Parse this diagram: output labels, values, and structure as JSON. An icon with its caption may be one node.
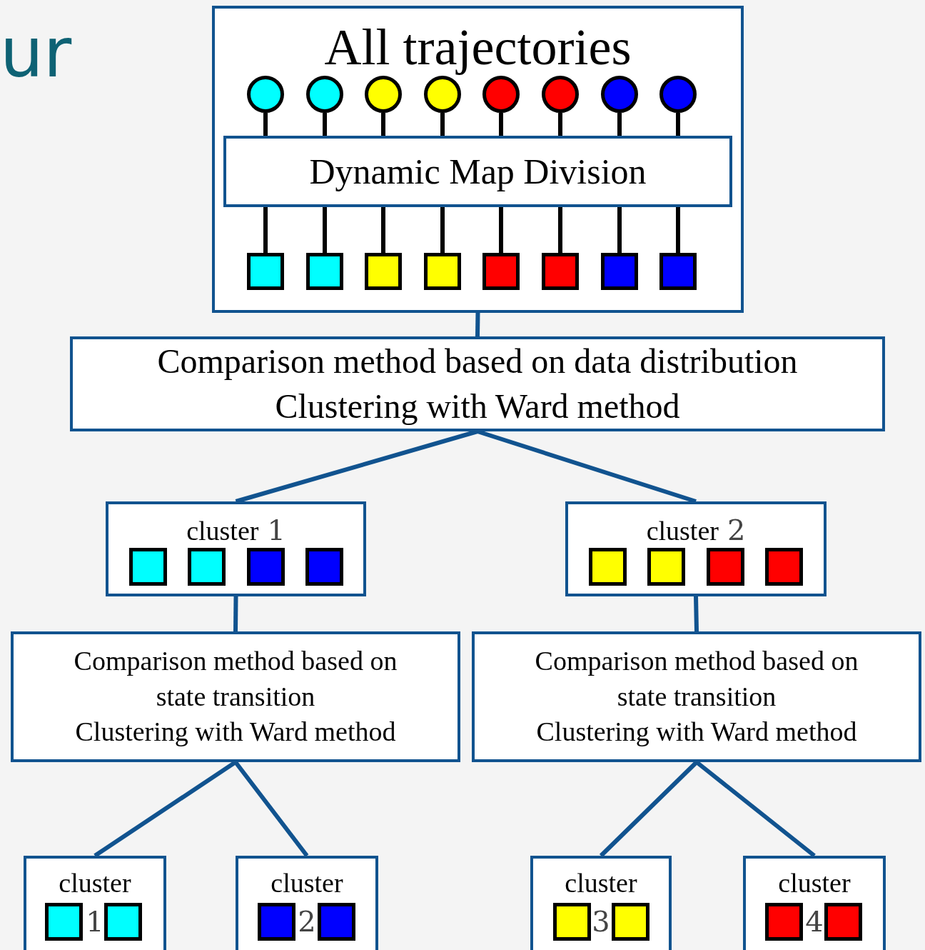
{
  "diagram": {
    "nodes": [
      {
        "text": [
          "All trajectories"
        ]
      },
      {
        "text": [],
        "shape": "circle",
        "in": 0
      },
      {
        "text": [],
        "shape": "circle",
        "in": 0
      },
      {
        "text": [],
        "shape": "circle",
        "in": 0
      },
      {
        "text": [],
        "shape": "circle",
        "in": 0
      },
      {
        "text": [],
        "shape": "circle",
        "in": 0
      },
      {
        "text": [],
        "shape": "circle",
        "in": 0
      },
      {
        "text": [],
        "shape": "circle",
        "in": 0
      },
      {
        "text": [],
        "shape": "circle",
        "in": 0
      },
      {
        "text": [
          "Dynamic Map Division"
        ],
        "in": 0
      },
      {
        "text": [],
        "shape": "box",
        "in": 0
      },
      {
        "text": [],
        "shape": "box",
        "in": 0
      },
      {
        "text": [],
        "shape": "box",
        "in": 0
      },
      {
        "text": [],
        "shape": "box",
        "in": 0
      },
      {
        "text": [],
        "shape": "box",
        "in": 0
      },
      {
        "text": [],
        "shape": "box",
        "in": 0
      },
      {
        "text": [],
        "shape": "box",
        "in": 0
      },
      {
        "text": [],
        "shape": "box",
        "in": 0
      },
      {
        "text": [
          "Comparison method based on data distribution",
          "Clustering with Ward method"
        ]
      },
      {
        "text": [
          "cluster",
          "1"
        ]
      },
      {
        "text": [],
        "shape": "box",
        "in": 19
      },
      {
        "text": [],
        "shape": "box",
        "in": 19
      },
      {
        "text": [],
        "shape": "box",
        "in": 19
      },
      {
        "text": [],
        "shape": "box",
        "in": 19
      },
      {
        "text": [
          "cluster",
          "2"
        ]
      },
      {
        "text": [],
        "shape": "box",
        "in": 24
      },
      {
        "text": [],
        "shape": "box",
        "in": 24
      },
      {
        "text": [],
        "shape": "box",
        "in": 24
      },
      {
        "text": [],
        "shape": "box",
        "in": 24
      },
      {
        "text": [
          "Comparison method based on state transition",
          "Clustering with Ward method"
        ]
      },
      {
        "text": [
          "Comparison method based on state transition",
          "Clustering with Ward method"
        ]
      },
      {
        "text": [
          "cluster",
          "1"
        ]
      },
      {
        "text": [],
        "shape": "box",
        "in": 31
      },
      {
        "text": [],
        "shape": "box",
        "in": 31
      },
      {
        "text": [
          "cluster",
          "2"
        ]
      },
      {
        "text": [],
        "shape": "box",
        "in": 34
      },
      {
        "text": [],
        "shape": "box",
        "in": 34
      },
      {
        "text": [
          "cluster",
          "3"
        ]
      },
      {
        "text": [],
        "shape": "box",
        "in": 37
      },
      {
        "text": [],
        "shape": "box",
        "in": 37
      },
      {
        "text": [
          "cluster",
          "4"
        ]
      },
      {
        "text": [],
        "shape": "box",
        "in": 40
      },
      {
        "text": [],
        "shape": "box",
        "in": 40
      }
    ],
    "edges": [
      {
        "from": 1,
        "to": 9,
        "arrow": "none"
      },
      {
        "from": 2,
        "to": 9,
        "arrow": "none"
      },
      {
        "from": 3,
        "to": 9,
        "arrow": "none"
      },
      {
        "from": 4,
        "to": 9,
        "arrow": "none"
      },
      {
        "from": 5,
        "to": 9,
        "arrow": "none"
      },
      {
        "from": 6,
        "to": 9,
        "arrow": "none"
      },
      {
        "from": 7,
        "to": 9,
        "arrow": "none"
      },
      {
        "from": 8,
        "to": 9,
        "arrow": "none"
      },
      {
        "from": 9,
        "to": 10,
        "arrow": "none"
      },
      {
        "from": 9,
        "to": 11,
        "arrow": "none"
      },
      {
        "from": 9,
        "to": 12,
        "arrow": "none"
      },
      {
        "from": 9,
        "to": 13,
        "arrow": "none"
      },
      {
        "from": 9,
        "to": 14,
        "arrow": "none"
      },
      {
        "from": 9,
        "to": 15,
        "arrow": "none"
      },
      {
        "from": 9,
        "to": 16,
        "arrow": "none"
      },
      {
        "from": 9,
        "to": 17,
        "arrow": "none"
      },
      {
        "from": 0,
        "to": 18,
        "arrow": "none",
        "color": "#11538f"
      },
      {
        "from": 18,
        "to": 19,
        "arrow": "none",
        "color": "#11538f"
      },
      {
        "from": 18,
        "to": 24,
        "arrow": "none",
        "color": "#11538f"
      },
      {
        "from": 19,
        "to": 29,
        "arrow": "none",
        "color": "#11538f"
      },
      {
        "from": 24,
        "to": 30,
        "arrow": "none",
        "color": "#11538f"
      },
      {
        "from": 29,
        "to": 31,
        "arrow": "none",
        "color": "#11538f"
      },
      {
        "from": 29,
        "to": 34,
        "arrow": "none",
        "color": "#11538f"
      },
      {
        "from": 30,
        "to": 37,
        "arrow": "none",
        "color": "#11538f"
      },
      {
        "from": 30,
        "to": 40,
        "arrow": "none",
        "color": "#11538f"
      }
    ],
    "labels": [
      "ur"
    ]
  }
}
